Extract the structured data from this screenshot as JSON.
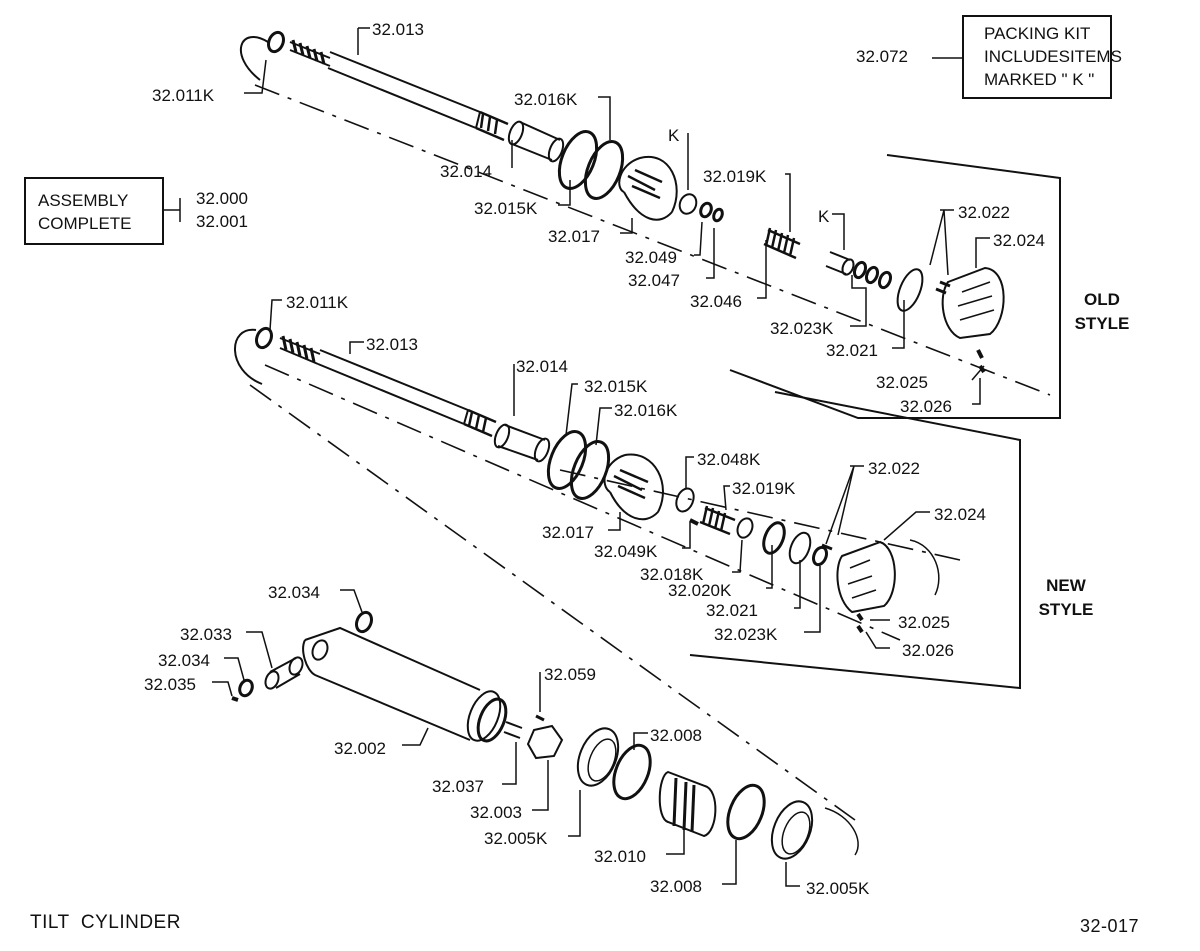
{
  "packing_kit": {
    "part_number": "32.072",
    "line1": "PACKING KIT",
    "line2": "INCLUDESITEMS",
    "line3": "MARKED \" K \""
  },
  "assembly": {
    "line1": "ASSEMBLY",
    "line2": "COMPLETE",
    "part_a": "32.000",
    "part_b": "32.001"
  },
  "styles": {
    "old_line1": "OLD",
    "old_line2": "STYLE",
    "new_line1": "NEW",
    "new_line2": "STYLE"
  },
  "footer": {
    "title": "TILT  CYLINDER",
    "drawing_number": "32-017"
  },
  "callouts": [
    {
      "text": "32.013"
    },
    {
      "text": "32.011K"
    },
    {
      "text": "32.016K"
    },
    {
      "text": "K"
    },
    {
      "text": "32.014"
    },
    {
      "text": "32.015K"
    },
    {
      "text": "32.017"
    },
    {
      "text": "32.019K"
    },
    {
      "text": "32.049"
    },
    {
      "text": "32.047"
    },
    {
      "text": "32.046"
    },
    {
      "text": "K"
    },
    {
      "text": "32.022"
    },
    {
      "text": "32.024"
    },
    {
      "text": "32.023K"
    },
    {
      "text": "32.021"
    },
    {
      "text": "32.025"
    },
    {
      "text": "32.026"
    },
    {
      "text": "32.011K"
    },
    {
      "text": "32.013"
    },
    {
      "text": "32.014"
    },
    {
      "text": "32.015K"
    },
    {
      "text": "32.016K"
    },
    {
      "text": "32.048K"
    },
    {
      "text": "32.019K"
    },
    {
      "text": "32.022"
    },
    {
      "text": "32.017"
    },
    {
      "text": "32.049K"
    },
    {
      "text": "32.018K"
    },
    {
      "text": "32.020K"
    },
    {
      "text": "32.024"
    },
    {
      "text": "32.021"
    },
    {
      "text": "32.023K"
    },
    {
      "text": "32.025"
    },
    {
      "text": "32.026"
    },
    {
      "text": "32.034"
    },
    {
      "text": "32.033"
    },
    {
      "text": "32.034"
    },
    {
      "text": "32.035"
    },
    {
      "text": "32.059"
    },
    {
      "text": "32.008"
    },
    {
      "text": "32.002"
    },
    {
      "text": "32.037"
    },
    {
      "text": "32.003"
    },
    {
      "text": "32.005K"
    },
    {
      "text": "32.010"
    },
    {
      "text": "32.008"
    },
    {
      "text": "32.005K"
    }
  ]
}
